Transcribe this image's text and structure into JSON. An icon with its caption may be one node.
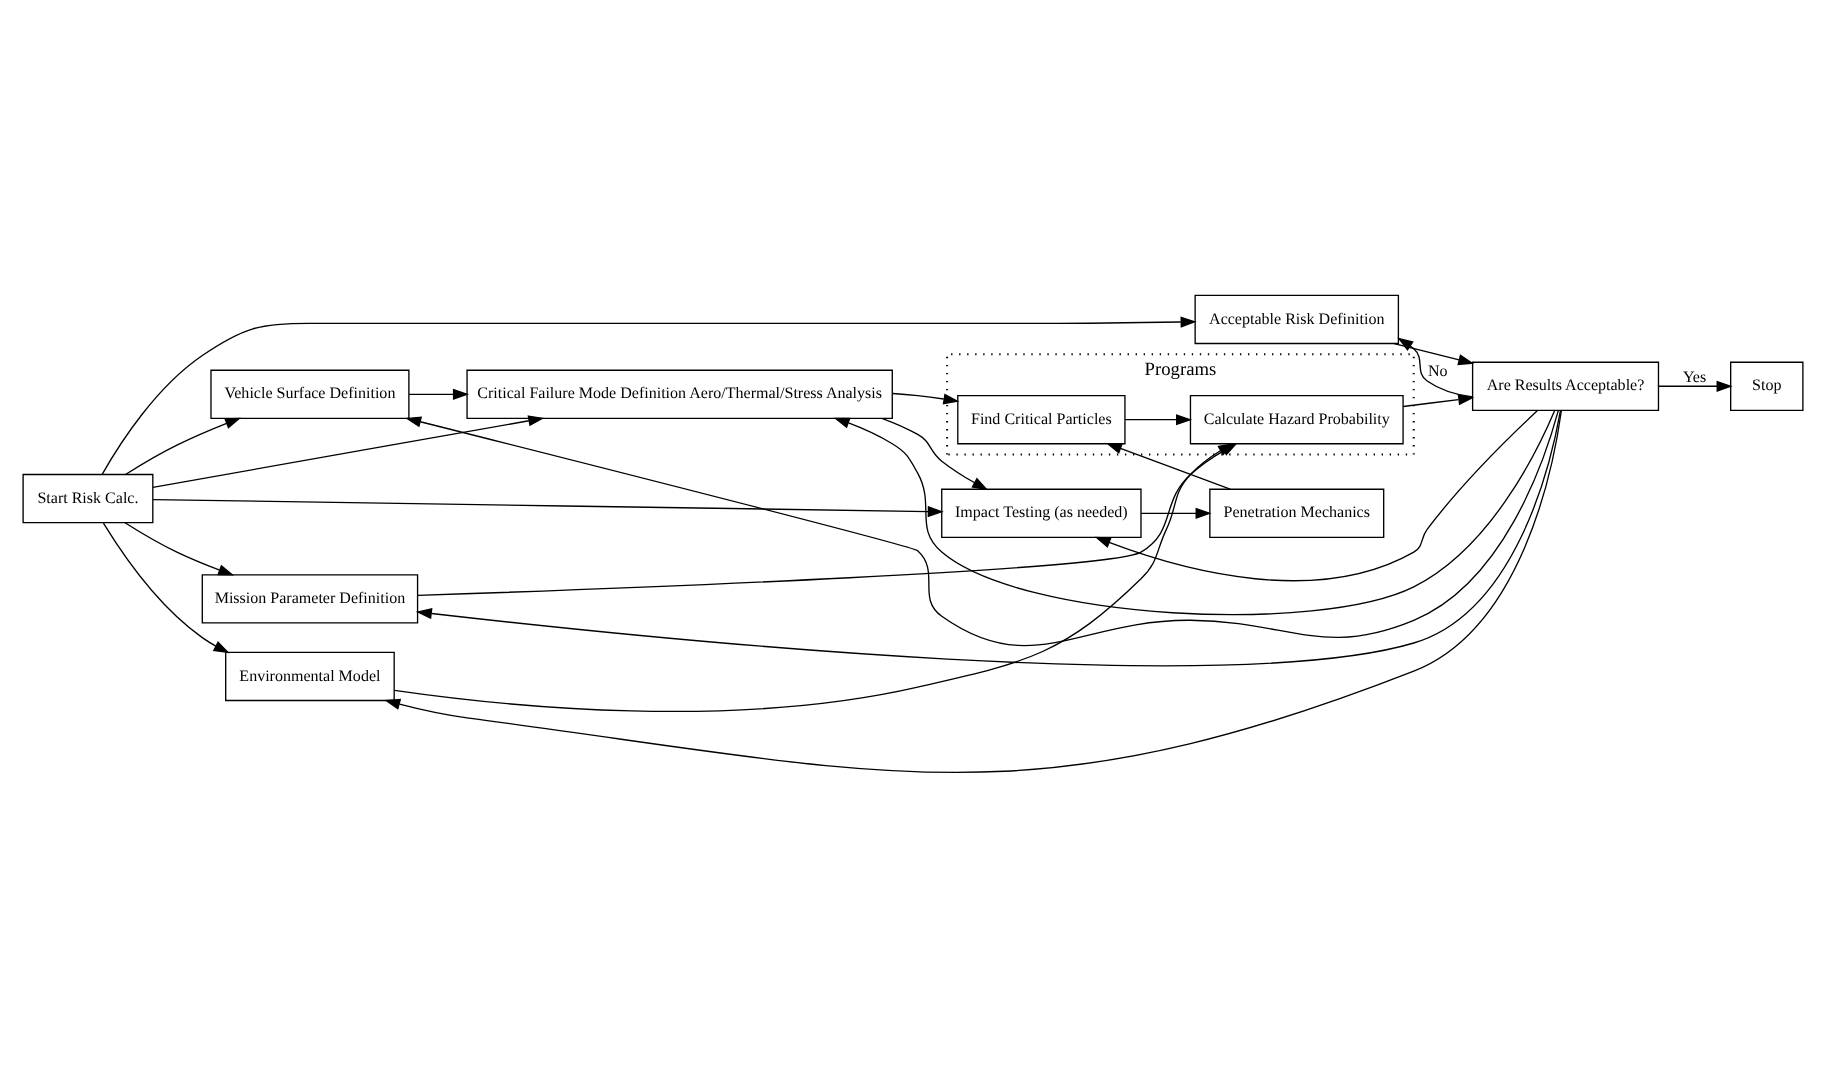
{
  "diagram": {
    "nodes": [
      {
        "text": [
          "Start Risk Calc."
        ]
      },
      {
        "text": [
          "Acceptable Risk Definition"
        ]
      },
      {
        "text": [
          "Vehicle Surface Definition"
        ]
      },
      {
        "text": [
          "Critical Failure Mode Definition Aero/Thermal/Stress Analysis"
        ]
      },
      {
        "text": [
          "Programs"
        ]
      },
      {
        "text": [
          "Find Critical Particles"
        ],
        "in": 4
      },
      {
        "text": [
          "Calculate Hazard Probability"
        ],
        "in": 4
      },
      {
        "text": [
          "Impact Testing (as needed)"
        ]
      },
      {
        "text": [
          "Penetration Mechanics"
        ]
      },
      {
        "text": [
          "Mission Parameter Definition"
        ]
      },
      {
        "text": [
          "Environmental Model"
        ]
      },
      {
        "text": [
          "Are Results Acceptable?"
        ]
      },
      {
        "text": [
          "Stop"
        ]
      }
    ],
    "edges": [
      {
        "from": 0,
        "to": 1,
        "arrow": "to"
      },
      {
        "from": 0,
        "to": 2,
        "arrow": "to"
      },
      {
        "from": 0,
        "to": 3,
        "arrow": "to"
      },
      {
        "from": 0,
        "to": 7,
        "arrow": "to"
      },
      {
        "from": 0,
        "to": 9,
        "arrow": "to"
      },
      {
        "from": 0,
        "to": 10,
        "arrow": "to"
      },
      {
        "from": 2,
        "to": 3,
        "arrow": "to"
      },
      {
        "from": 3,
        "to": 5,
        "arrow": "to"
      },
      {
        "from": 3,
        "to": 7,
        "arrow": "to"
      },
      {
        "from": 7,
        "to": 8,
        "arrow": "to"
      },
      {
        "from": 8,
        "to": 5,
        "arrow": "to"
      },
      {
        "from": 5,
        "to": 6,
        "arrow": "to"
      },
      {
        "from": 9,
        "to": 6,
        "arrow": "to"
      },
      {
        "from": 10,
        "to": 6,
        "arrow": "to"
      },
      {
        "from": 6,
        "to": 11,
        "arrow": "to"
      },
      {
        "from": 1,
        "to": 11,
        "arrow": "to"
      },
      {
        "from": 11,
        "to": 12,
        "label": "Yes",
        "arrow": "to"
      },
      {
        "from": 11,
        "to": 1,
        "label": "No",
        "arrow": "to"
      },
      {
        "from": 11,
        "to": 2,
        "arrow": "to"
      },
      {
        "from": 11,
        "to": 3,
        "arrow": "to"
      },
      {
        "from": 11,
        "to": 7,
        "arrow": "to"
      },
      {
        "from": 11,
        "to": 9,
        "arrow": "to"
      },
      {
        "from": 11,
        "to": 10,
        "arrow": "to"
      }
    ]
  }
}
